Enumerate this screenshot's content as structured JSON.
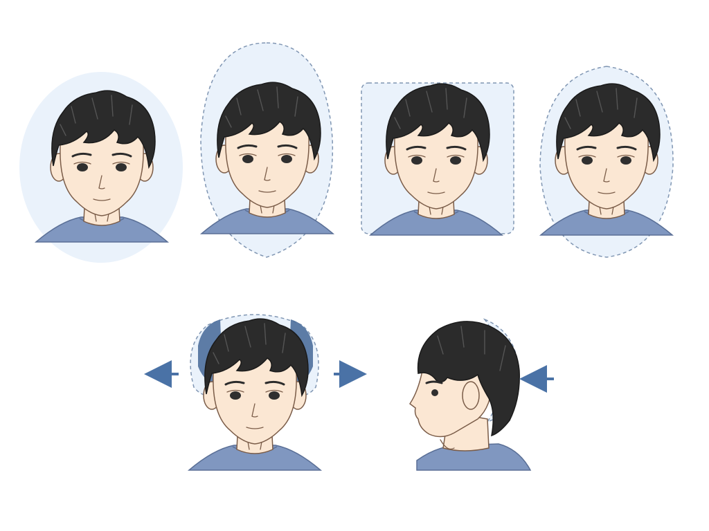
{
  "colors": {
    "background": "#ffffff",
    "shape_fill": "#eaf2fb",
    "shape_stroke": "#7f95b2",
    "hair": "#2b2b2b",
    "hair_stroke": "#1a1a1a",
    "skin": "#fbe7d3",
    "skin_line": "#7a5c48",
    "shirt": "#8097c0",
    "shirt_line": "#5a6f96",
    "arrow": "#4a72a6",
    "volume_shade": "#4e6f9c"
  },
  "panels": [
    {
      "id": "round-face",
      "outline": "soft-circle",
      "view": "front"
    },
    {
      "id": "oval-face",
      "outline": "dashed-oval",
      "view": "front"
    },
    {
      "id": "square-face",
      "outline": "dashed-rectangle",
      "view": "front"
    },
    {
      "id": "egg-face",
      "outline": "dashed-egg",
      "view": "front"
    },
    {
      "id": "side-volume",
      "outline": "dashed-halo",
      "view": "front",
      "arrows": [
        "left-pointing",
        "right-pointing"
      ]
    },
    {
      "id": "back-volume",
      "outline": "dashed-back-curve",
      "view": "profile",
      "arrows": [
        "left-pointing"
      ]
    }
  ]
}
